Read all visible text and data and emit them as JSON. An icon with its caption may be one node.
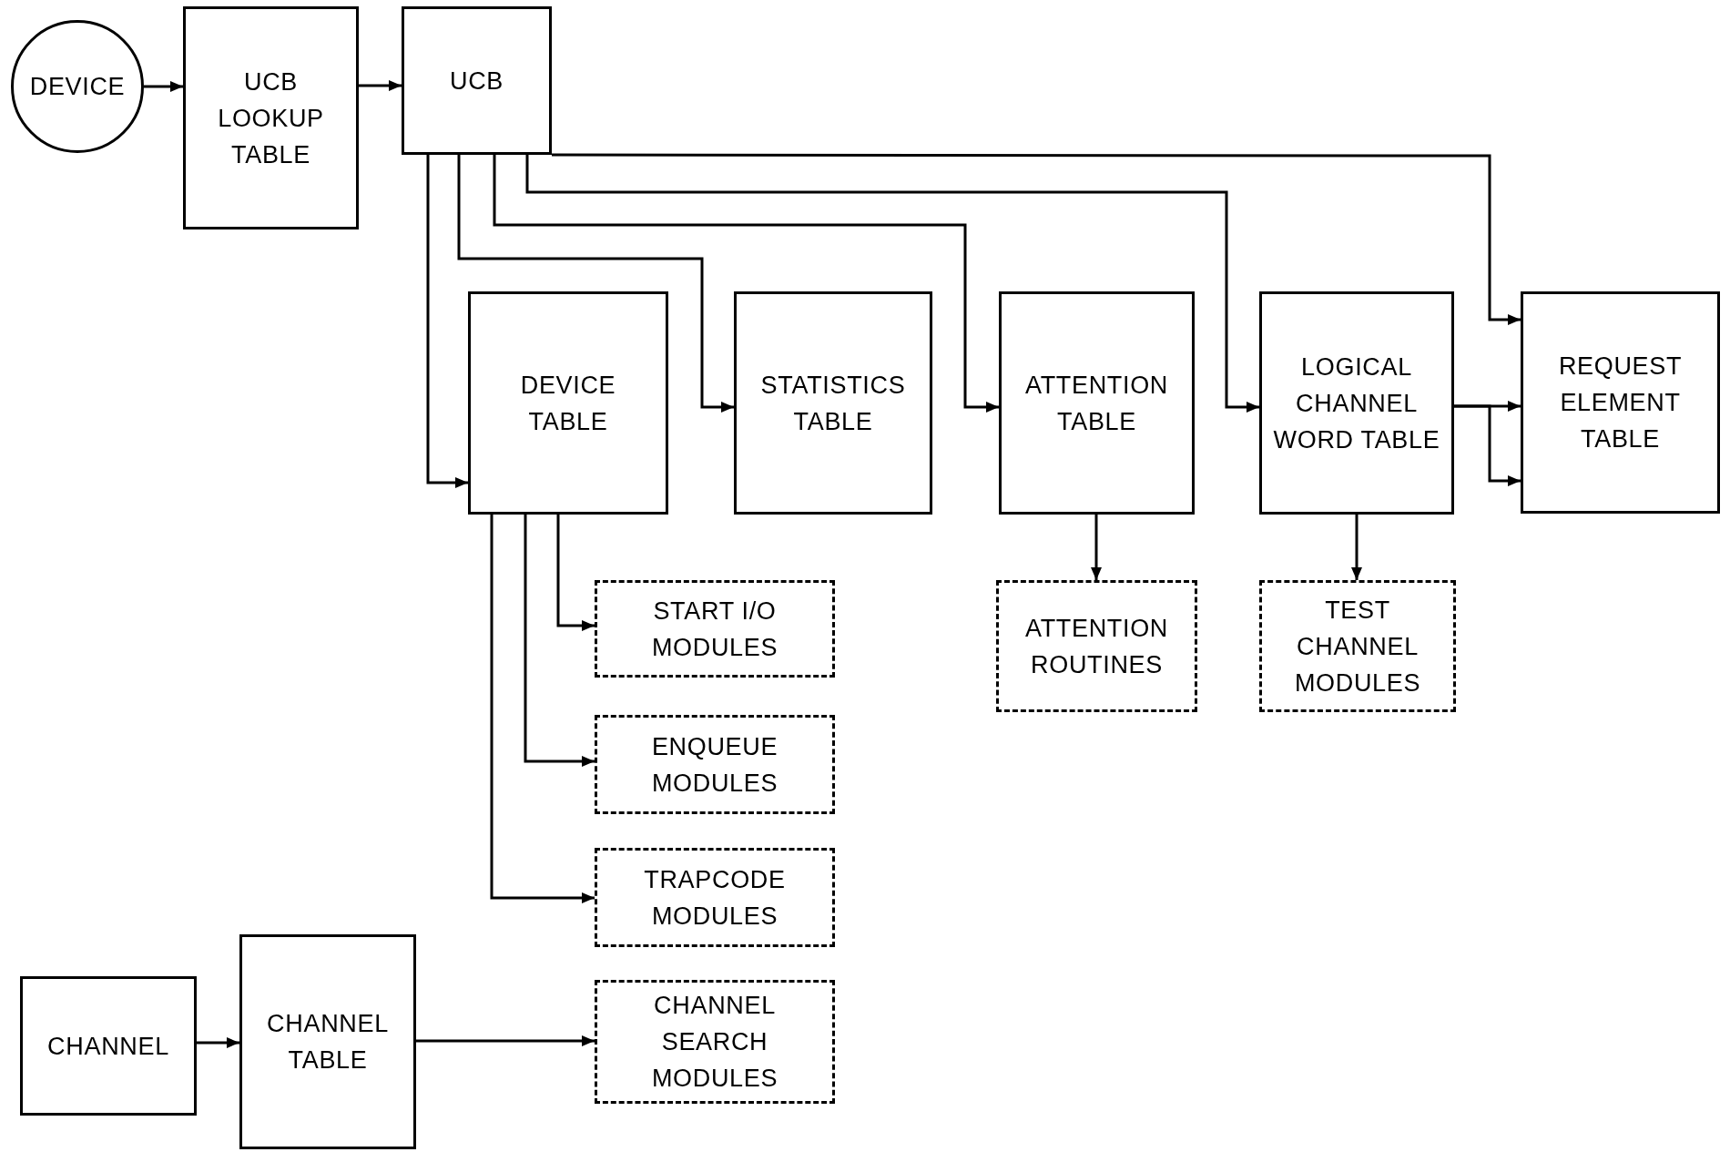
{
  "diagram": {
    "nodes": [
      {
        "text": [
          "DEVICE"
        ]
      },
      {
        "text": [
          "UCB LOOKUP TABLE"
        ]
      },
      {
        "text": [
          "UCB"
        ]
      },
      {
        "text": [
          "DEVICE TABLE"
        ]
      },
      {
        "text": [
          "STATISTICS TABLE"
        ]
      },
      {
        "text": [
          "ATTENTION TABLE"
        ]
      },
      {
        "text": [
          "LOGICAL CHANNEL WORD TABLE"
        ]
      },
      {
        "text": [
          "REQUEST ELEMENT TABLE"
        ]
      },
      {
        "text": [
          "START I/O MODULES"
        ]
      },
      {
        "text": [
          "ENQUEUE MODULES"
        ]
      },
      {
        "text": [
          "TRAPCODE MODULES"
        ]
      },
      {
        "text": [
          "ATTENTION ROUTINES"
        ]
      },
      {
        "text": [
          "TEST CHANNEL MODULES"
        ]
      },
      {
        "text": [
          "CHANNEL"
        ]
      },
      {
        "text": [
          "CHANNEL TABLE"
        ]
      },
      {
        "text": [
          "CHANNEL SEARCH MODULES"
        ]
      }
    ],
    "edges": [
      {
        "from": 0,
        "to": 1,
        "arrow": "to"
      },
      {
        "from": 1,
        "to": 2,
        "arrow": "to"
      },
      {
        "from": 2,
        "to": 3,
        "arrow": "to"
      },
      {
        "from": 2,
        "to": 4,
        "arrow": "to"
      },
      {
        "from": 2,
        "to": 5,
        "arrow": "to"
      },
      {
        "from": 2,
        "to": 6,
        "arrow": "to"
      },
      {
        "from": 2,
        "to": 7,
        "arrow": "to"
      },
      {
        "from": 6,
        "to": 7,
        "arrow": "to"
      },
      {
        "from": 6,
        "to": 7,
        "arrow": "to"
      },
      {
        "from": 3,
        "to": 8,
        "arrow": "to"
      },
      {
        "from": 3,
        "to": 9,
        "arrow": "to"
      },
      {
        "from": 3,
        "to": 10,
        "arrow": "to"
      },
      {
        "from": 5,
        "to": 11,
        "arrow": "to"
      },
      {
        "from": 6,
        "to": 12,
        "arrow": "to"
      },
      {
        "from": 13,
        "to": 14,
        "arrow": "to"
      },
      {
        "from": 14,
        "to": 15,
        "arrow": "to"
      }
    ]
  }
}
